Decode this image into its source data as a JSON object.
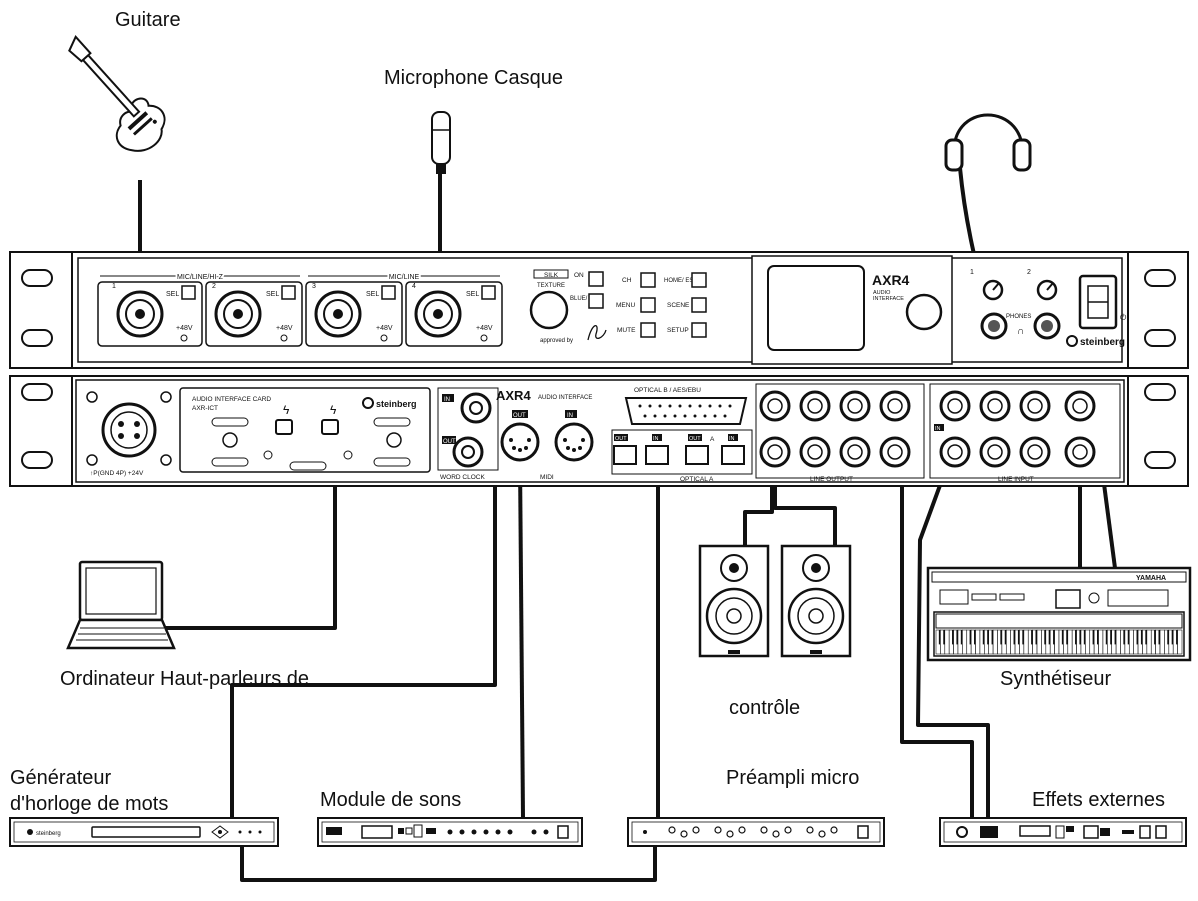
{
  "labels": {
    "guitar": "Guitare",
    "microphone": "Microphone Casque",
    "computer_speakers": "Ordinateur Haut-parleurs de",
    "control": "contrôle",
    "synth": "Synthétiseur",
    "wordclock_line1": "Générateur",
    "wordclock_line2": "d'horloge de mots",
    "sound_module": "Module de sons",
    "preamp": "Préampli micro",
    "effects": "Effets externes"
  },
  "front_panel": {
    "group_hiz": "MIC/LINE/HI-Z",
    "group_line": "MIC/LINE",
    "ch1": "1",
    "ch2": "2",
    "ch3": "3",
    "ch4": "4",
    "sel": "SEL",
    "phantom": "+48V",
    "silk": "SILK",
    "texture": "TEXTURE",
    "on": "ON",
    "blue_red": "BLUE/ RED",
    "approved": "approved by",
    "ch": "CH",
    "menu": "MENU",
    "mute": "MUTE",
    "home_esc": "HOME/ ESC",
    "scene": "SCENE",
    "setup": "SETUP",
    "model": "AXR4",
    "model_sub1": "AUDIO",
    "model_sub2": "INTERFACE",
    "phones": "PHONES",
    "ph1": "1",
    "ph2": "2",
    "brand": "steinberg"
  },
  "rear_panel": {
    "power_label": "↑P(GND 4P) +24V",
    "card_title1": "AUDIO INTERFACE CARD",
    "card_title2": "AXR-ICT",
    "brand": "steinberg",
    "word_clock": "WORD CLOCK",
    "in": "IN",
    "out": "OUT",
    "midi": "MIDI",
    "model": "AXR4",
    "model_sub": "AUDIO INTERFACE",
    "optical_b": "OPTICAL B / AES/EBU",
    "optical_a": "OPTICAL A",
    "a": "A",
    "line_output": "LINE OUTPUT",
    "line_input": "LINE INPUT"
  },
  "devices": {
    "wordclock_brand": "steinberg",
    "synth_brand": "YAMAHA"
  }
}
